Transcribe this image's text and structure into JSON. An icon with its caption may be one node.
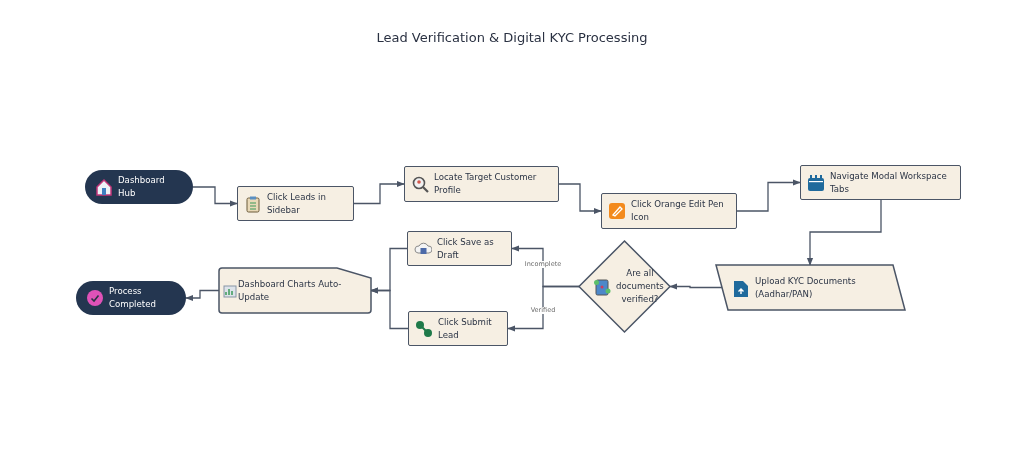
{
  "diagram": {
    "title": "Lead Verification & Digital KYC Processing",
    "nodes": [
      {
        "text": [
          "Dashboard Hub"
        ]
      },
      {
        "text": [
          "Click Leads in Sidebar"
        ]
      },
      {
        "text": [
          "Locate Target Customer Profile"
        ]
      },
      {
        "text": [
          "Click Orange Edit Pen Icon"
        ]
      },
      {
        "text": [
          "Navigate Modal Workspace Tabs"
        ]
      },
      {
        "text": [
          "Upload KYC Documents (Aadhar/PAN)"
        ]
      },
      {
        "text": [
          "Are all documents verified?"
        ]
      },
      {
        "text": [
          "Click Save as Draft"
        ]
      },
      {
        "text": [
          "Click Submit Lead"
        ]
      },
      {
        "text": [
          "Dashboard Charts Auto-Update"
        ]
      },
      {
        "text": [
          "Process Completed"
        ]
      }
    ],
    "edges": [
      {
        "from": 0,
        "to": 1,
        "arrow": "to"
      },
      {
        "from": 1,
        "to": 2,
        "arrow": "to"
      },
      {
        "from": 2,
        "to": 3,
        "arrow": "to"
      },
      {
        "from": 3,
        "to": 4,
        "arrow": "to"
      },
      {
        "from": 4,
        "to": 5,
        "arrow": "to"
      },
      {
        "from": 5,
        "to": 6,
        "arrow": "to"
      },
      {
        "from": 6,
        "to": 7,
        "arrow": "to",
        "label": "Incomplete"
      },
      {
        "from": 6,
        "to": 8,
        "arrow": "to",
        "label": "Verified"
      },
      {
        "from": 7,
        "to": 9,
        "arrow": "to"
      },
      {
        "from": 8,
        "to": 9,
        "arrow": "to"
      },
      {
        "from": 9,
        "to": 10,
        "arrow": "to"
      }
    ]
  }
}
